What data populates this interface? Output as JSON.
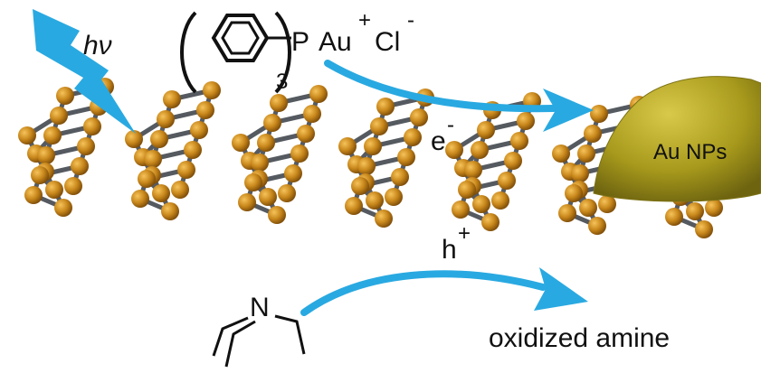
{
  "labels": {
    "light": "hν",
    "phosphine_p": "P",
    "phosphine_sub": "3",
    "gold_salt_au": "Au",
    "gold_salt_plus": "+",
    "gold_salt_cl": "Cl",
    "gold_salt_minus": "-",
    "electron": "e",
    "electron_sup": "-",
    "hole": "h",
    "hole_sup": "+",
    "nanoparticle": "Au NPs",
    "amine_n": "N",
    "product": "oxidized amine"
  },
  "colors": {
    "arrow": "#29a9e1",
    "atom": "#c7861a",
    "bond": "#555a60",
    "nanoparticle": "#a89a1c",
    "text": "#111111"
  },
  "icons": {
    "light": "lightning-bolt-icon",
    "phenyl": "benzene-ring-icon"
  }
}
